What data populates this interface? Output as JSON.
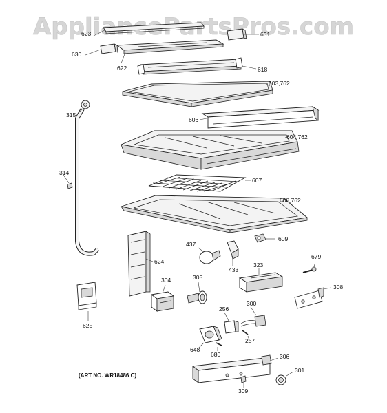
{
  "watermark": "AppliancePartsPros.com",
  "art_number": "(ART NO. WR18486 C)",
  "labels": {
    "p623": "623",
    "p631": "631",
    "p630": "630",
    "p622": "622",
    "p618": "618",
    "p603_762": "603,762",
    "p315": "315",
    "p606": "606",
    "p604_762": "604,762",
    "p314": "314",
    "p607": "607",
    "p608_762": "608,762",
    "p609": "609",
    "p437": "437",
    "p624": "624",
    "p433": "433",
    "p323": "323",
    "p679": "679",
    "p304": "304",
    "p305": "305",
    "p308": "308",
    "p256": "256",
    "p300": "300",
    "p625": "625",
    "p257": "257",
    "p648": "648",
    "p680": "680",
    "p306": "306",
    "p301": "301",
    "p309": "309"
  }
}
